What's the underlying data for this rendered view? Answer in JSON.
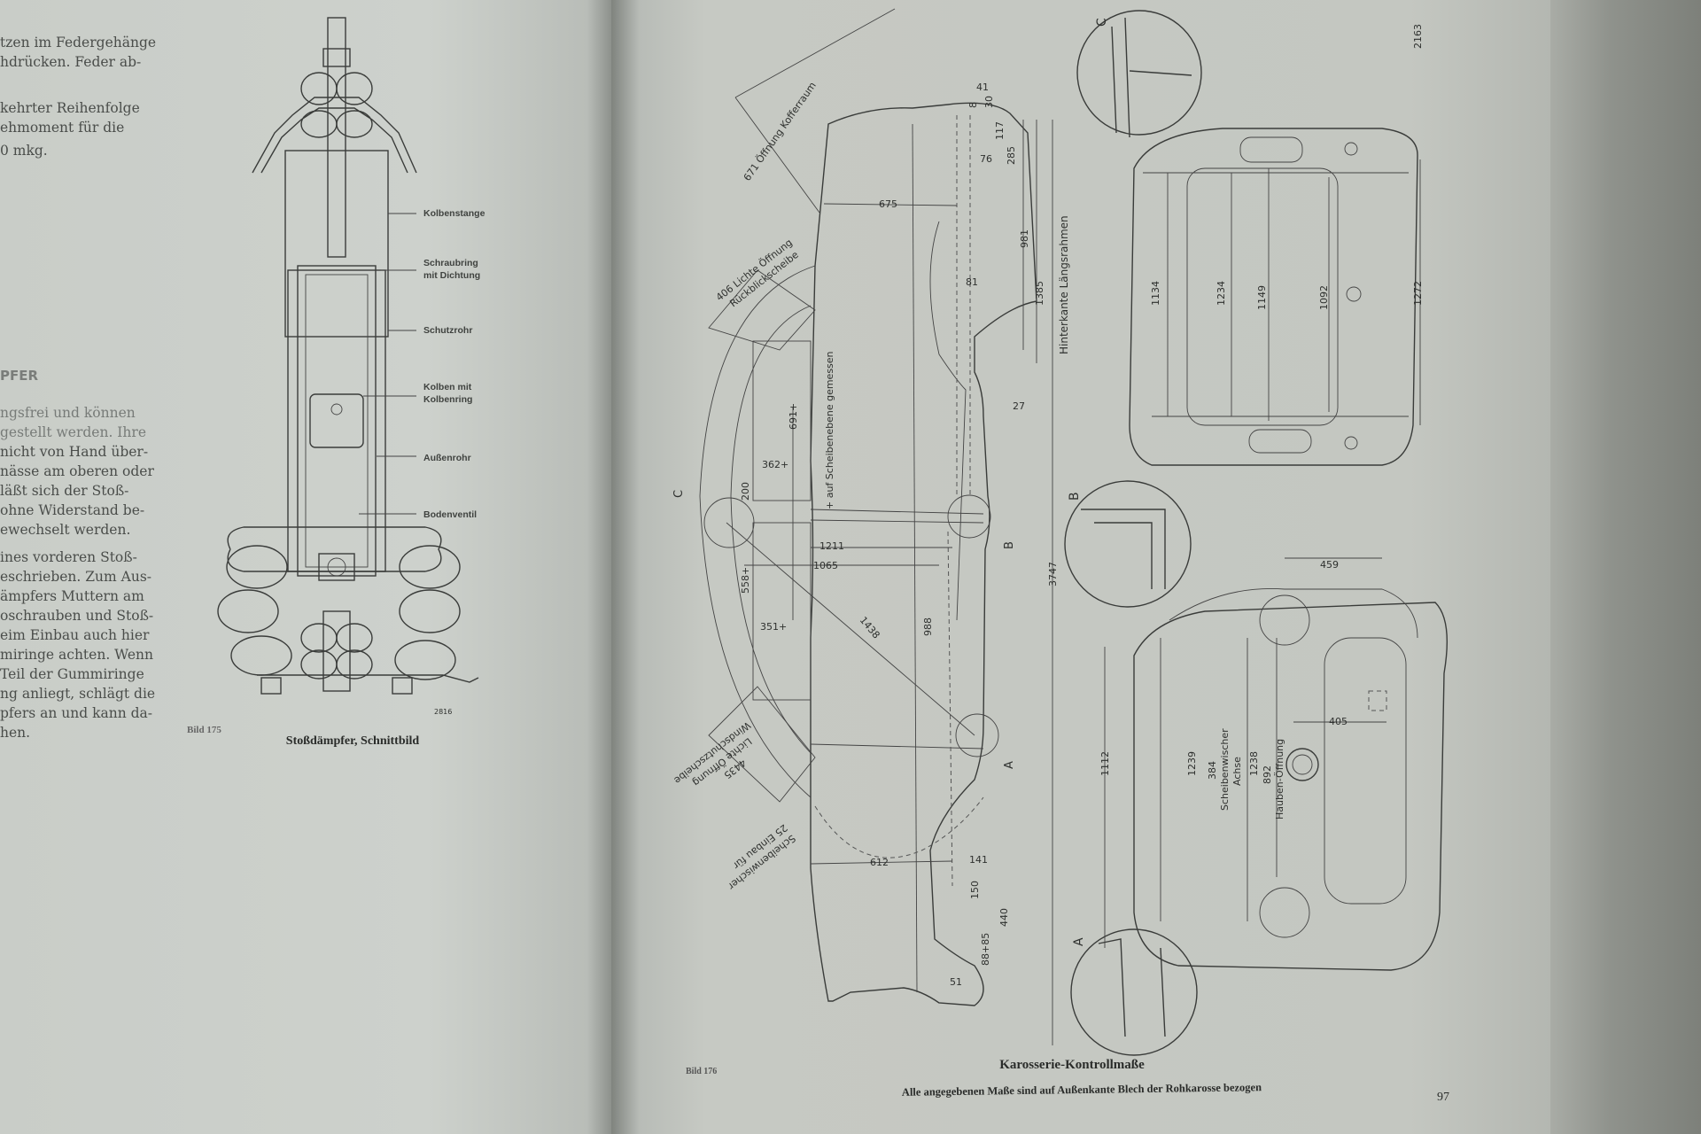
{
  "left_page": {
    "top_lines": [
      "tzen im Federgehänge",
      "hdrücken. Feder ab-",
      "kehrter Reihenfolge",
      "ehmoment   für   die",
      "0 mkg."
    ],
    "heading": "PFER",
    "paragraph_lines": [
      "ngsfrei und können",
      "gestellt werden. Ihre",
      "nicht von Hand über-",
      "nässe am oberen oder",
      " läßt sich der Stoß-",
      "ohne Widerstand be-",
      "ewechselt werden.",
      "ines vorderen Stoß-",
      "eschrieben. Zum Aus-",
      "ämpfers Muttern am",
      "oschrauben und Stoß-",
      "eim Einbau auch hier",
      "miringe achten. Wenn",
      " Teil der Gummiringe",
      "ng anliegt, schlägt die",
      "pfers an und kann da-",
      "hen."
    ],
    "figure": {
      "labels": [
        "Kolbenstange",
        "Schraubring",
        "mit Dichtung",
        "Schutzrohr",
        "Kolben mit",
        "Kolbenring",
        "Außenrohr",
        "Bodenventil"
      ],
      "drawing_number": "2816",
      "bild": "Bild 175",
      "caption": "Stoßdämpfer, Schnittbild"
    }
  },
  "right_page": {
    "corner_number": "2163",
    "side_view": {
      "d41": "41",
      "d8": "8",
      "d30": "30",
      "d117": "117",
      "d285": "285",
      "d76": "76",
      "d675": "675",
      "d981": "981",
      "d81": "81",
      "d1385": "1385",
      "kofferraum": "671   Öffnung Kofferraum",
      "rueck1": "406  Lichte Öffnung",
      "rueck2": "Rückblickscheibe",
      "laengsrahmen": "Hinterkante  Längsrahmen",
      "scheibenebene": "+ auf Scheibenebene gemessen",
      "d27": "27",
      "d691": "691+",
      "d362": "362+",
      "d200": "200",
      "markC": "C",
      "d1211": "1211",
      "d1065": "1065",
      "markB": "B",
      "d3747": "3747",
      "d558": "558+",
      "d1438": "1438",
      "d988": "988",
      "d351": "351+",
      "markA": "A",
      "wind1": "4435",
      "wind2": "Lichte Öffnung",
      "wind3": "Windschutzscheibe",
      "wisch1": "25 Einbau für",
      "wisch2": "Scheibenwischer",
      "d612": "612",
      "d141": "141",
      "d150": "150",
      "d440": "440",
      "d88_85": "88+85",
      "d51": "51"
    },
    "rear_view": {
      "d1134": "1134",
      "d1234": "1234",
      "d1149": "1149",
      "d1092": "1092",
      "d1272": "1272"
    },
    "front_view": {
      "d459": "459",
      "d405": "405",
      "d1112": "1112",
      "d1239": "1239",
      "wiper1": "384",
      "wiper2": "Scheibenwischer",
      "wiper3": "Achse",
      "d1238": "1238",
      "hood1": "892",
      "hood2": "Hauben-Öffnung"
    },
    "details": {
      "c": "C",
      "b": "B",
      "a": "A"
    },
    "bild": "Bild 176",
    "title": "Karosserie-Kontrollmaße",
    "subtitle": "Alle angegebenen Maße sind auf Außenkante Blech der Rohkarosse bezogen",
    "page_number": "97"
  }
}
